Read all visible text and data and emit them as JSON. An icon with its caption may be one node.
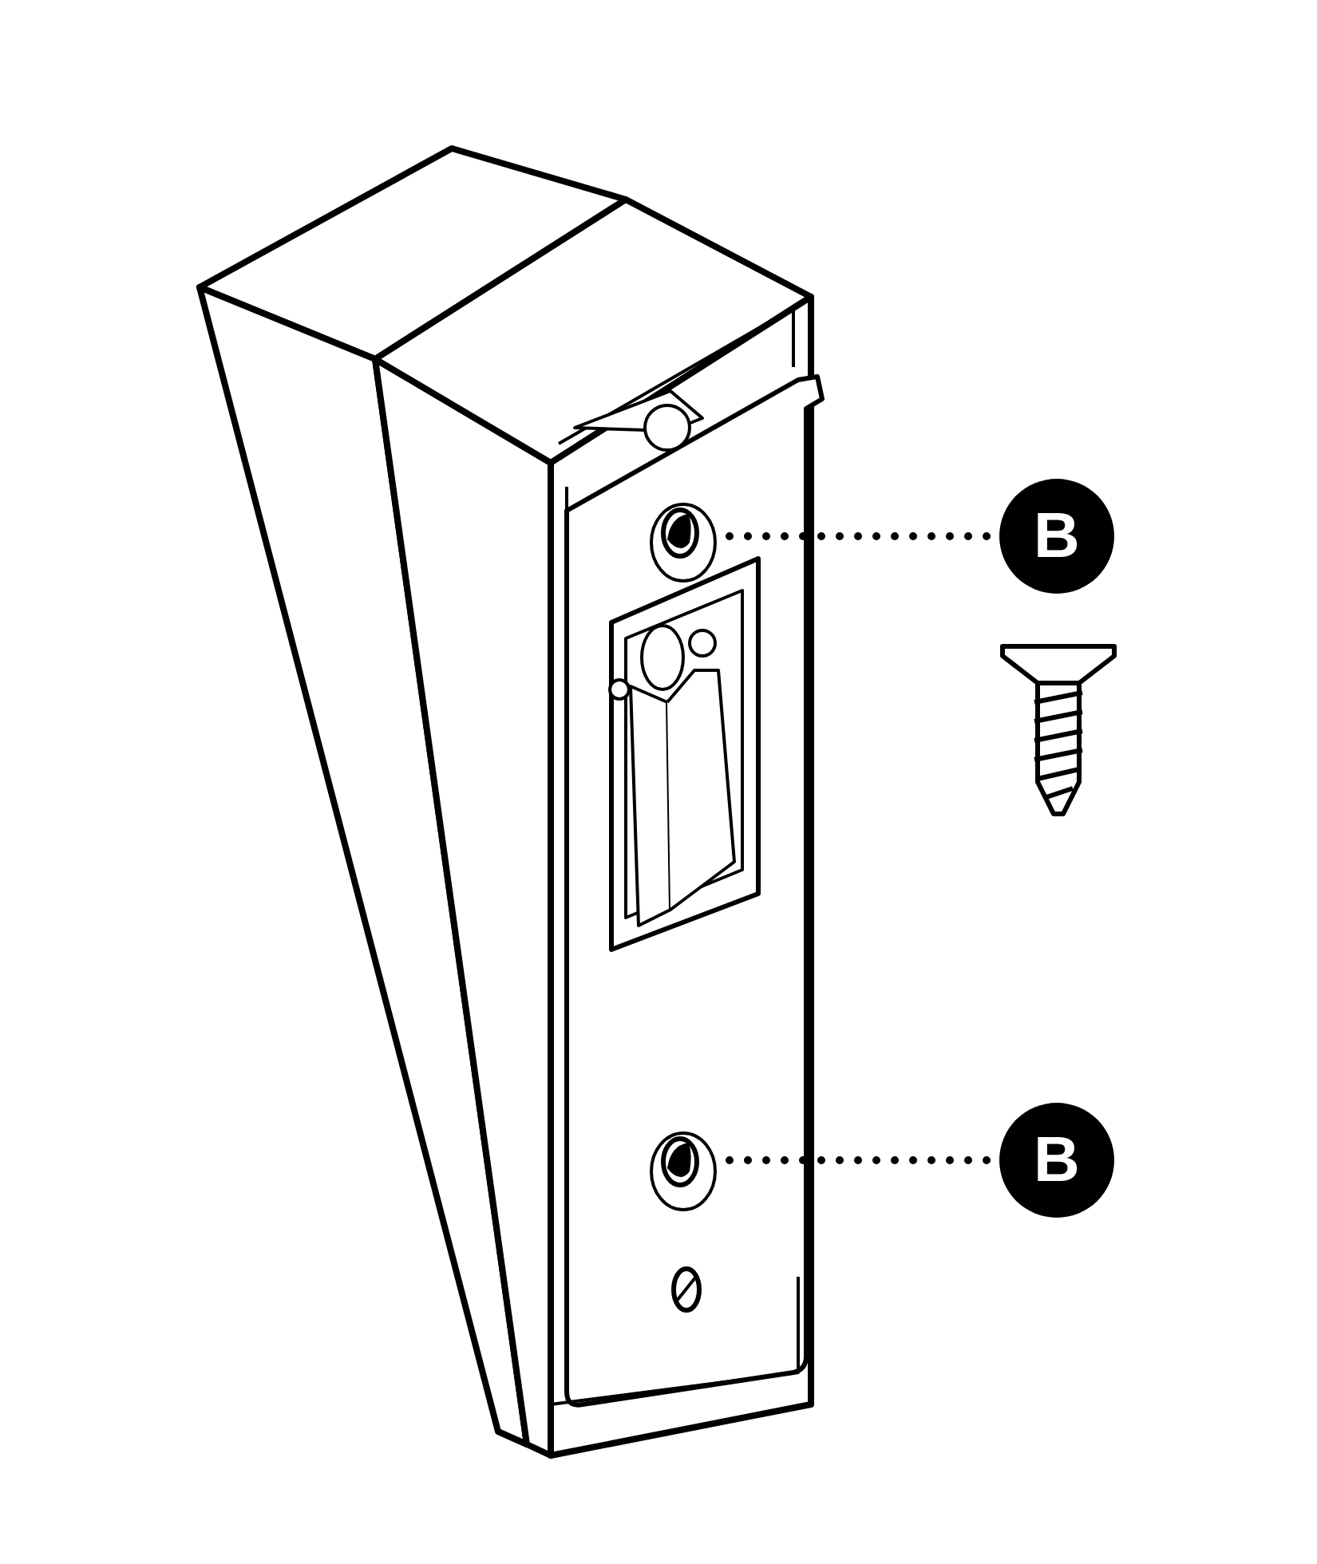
{
  "diagram": {
    "nodes": [
      {
        "text": [
          "B"
        ]
      },
      {
        "text": [
          "B"
        ]
      },
      {
        "text": [],
        "shape": "circle"
      },
      {
        "text": [],
        "shape": "circle"
      }
    ],
    "edges": [
      {
        "from": 0,
        "to": 2,
        "arrow": "none",
        "style": "dashed"
      },
      {
        "from": 1,
        "to": 3,
        "arrow": "none",
        "style": "dashed"
      }
    ]
  }
}
